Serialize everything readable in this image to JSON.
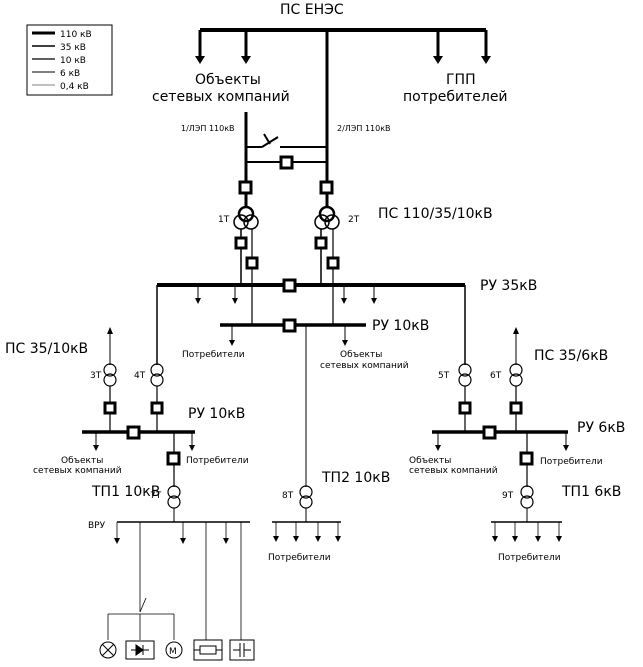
{
  "legend": {
    "items": [
      "110 кВ",
      "35 кВ",
      "10 кВ",
      "6 кВ",
      "0,4 кВ"
    ]
  },
  "labels": {
    "ps_enes": "ПС ЕНЭС",
    "grid_objects_top_l1": "Объекты",
    "grid_objects_top_l2": "сетевых компаний",
    "gpp_l1": "ГПП",
    "gpp_l2": "потребителей",
    "line1": "1/ЛЭП 110кВ",
    "line2": "2/ЛЭП 110кВ",
    "t1": "1Т",
    "t2": "2Т",
    "ps_main": "ПС 110/35/10кВ",
    "ru35": "РУ 35кВ",
    "ru10_main": "РУ 10кВ",
    "consumers_center": "Потребители",
    "grid_center_l1": "Объекты",
    "grid_center_l2": "сетевых компаний",
    "ps_left": "ПС 35/10кВ",
    "t3": "3Т",
    "t4": "4Т",
    "ru10_left": "РУ 10кВ",
    "grid_left_l1": "Объекты",
    "grid_left_l2": "сетевых компаний",
    "consumers_left": "Потребители",
    "tp1_left": "ТП1 10кВ",
    "t7": "7Т",
    "vru": "ВРУ",
    "ps_right": "ПС 35/6кВ",
    "t5": "5Т",
    "t6": "6Т",
    "ru6": "РУ 6кВ",
    "grid_right_l1": "Объекты",
    "grid_right_l2": "сетевых компаний",
    "consumers_right": "Потребители",
    "tp1_right": "ТП1 6кВ",
    "t9": "9Т",
    "tp2": "ТП2 10кВ",
    "t8": "8Т",
    "consumers_tp2": "Потребители",
    "consumers_tp1_right": "Потребители"
  }
}
